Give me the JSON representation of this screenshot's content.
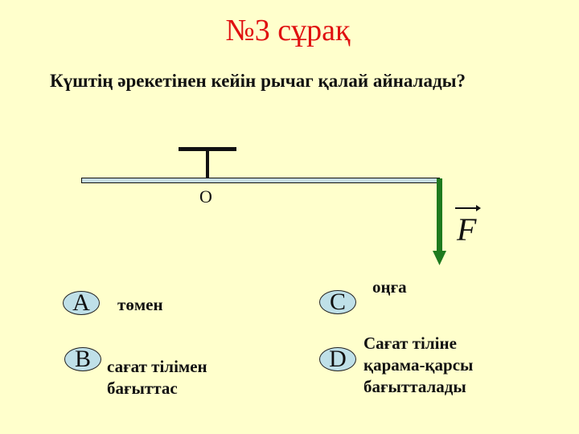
{
  "slide": {
    "title": "№3 сұрақ",
    "question": "Күштің әрекетінен кейін рычаг қалай айналады?",
    "background_color": "#FFFFCC",
    "title_color": "#E01010"
  },
  "diagram": {
    "pivot_label": "O",
    "force_label": "F",
    "lever_color": "#C6DCE0",
    "force_arrow_color": "#1E7A1E",
    "force_direction": "down"
  },
  "options": [
    {
      "letter": "A",
      "text_lines": [
        "төмен"
      ]
    },
    {
      "letter": "B",
      "text_lines": [
        "сағат тілімен",
        "бағыттас"
      ]
    },
    {
      "letter": "C",
      "text_lines": [
        "оңға"
      ]
    },
    {
      "letter": "D",
      "text_lines": [
        "Сағат тіліне",
        "қарама-қарсы",
        "бағытталады"
      ]
    }
  ]
}
